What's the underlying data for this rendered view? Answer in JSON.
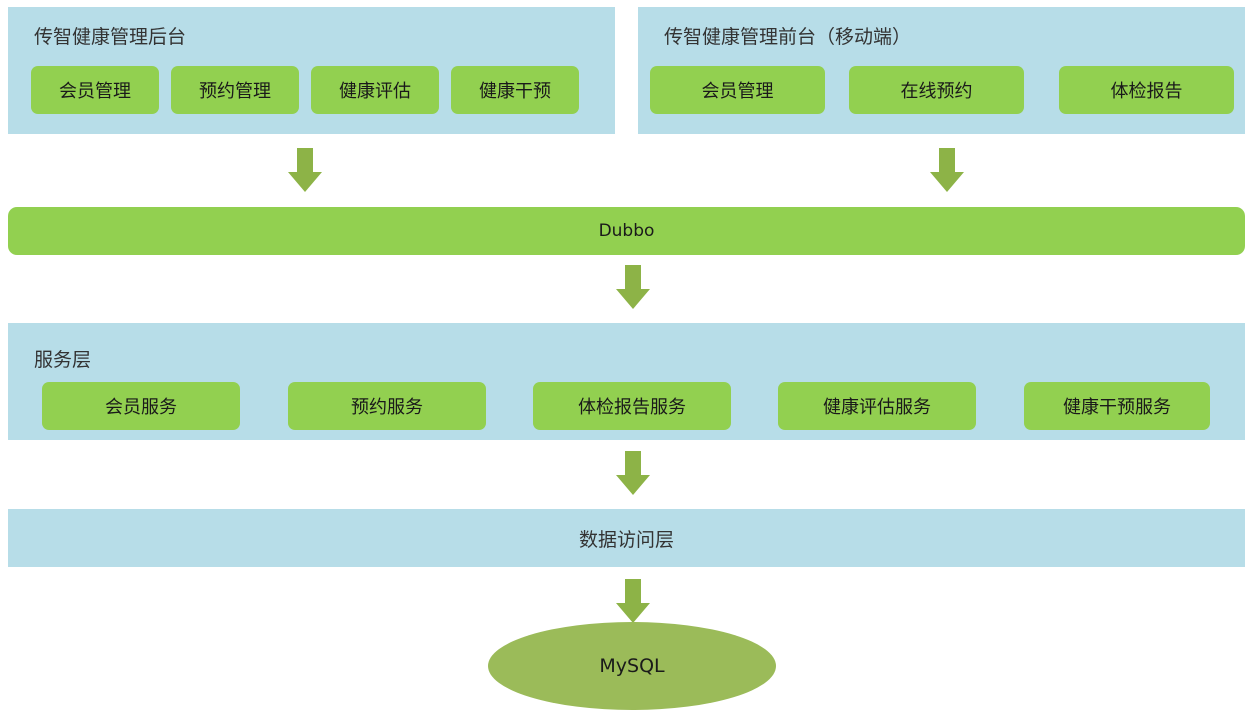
{
  "admin": {
    "title": "传智健康管理后台",
    "modules": [
      "会员管理",
      "预约管理",
      "健康评估",
      "健康干预"
    ]
  },
  "mobile": {
    "title": "传智健康管理前台（移动端）",
    "modules": [
      "会员管理",
      "在线预约",
      "体检报告"
    ]
  },
  "bus": {
    "label": "Dubbo"
  },
  "service_layer": {
    "title": "服务层",
    "services": [
      "会员服务",
      "预约服务",
      "体检报告服务",
      "健康评估服务",
      "健康干预服务"
    ]
  },
  "data_access": {
    "label": "数据访问层"
  },
  "database": {
    "label": "MySQL"
  },
  "colors": {
    "panel": "#b7dde8",
    "module": "#92d050",
    "arrow": "#8db347",
    "database": "#9bbb59"
  }
}
